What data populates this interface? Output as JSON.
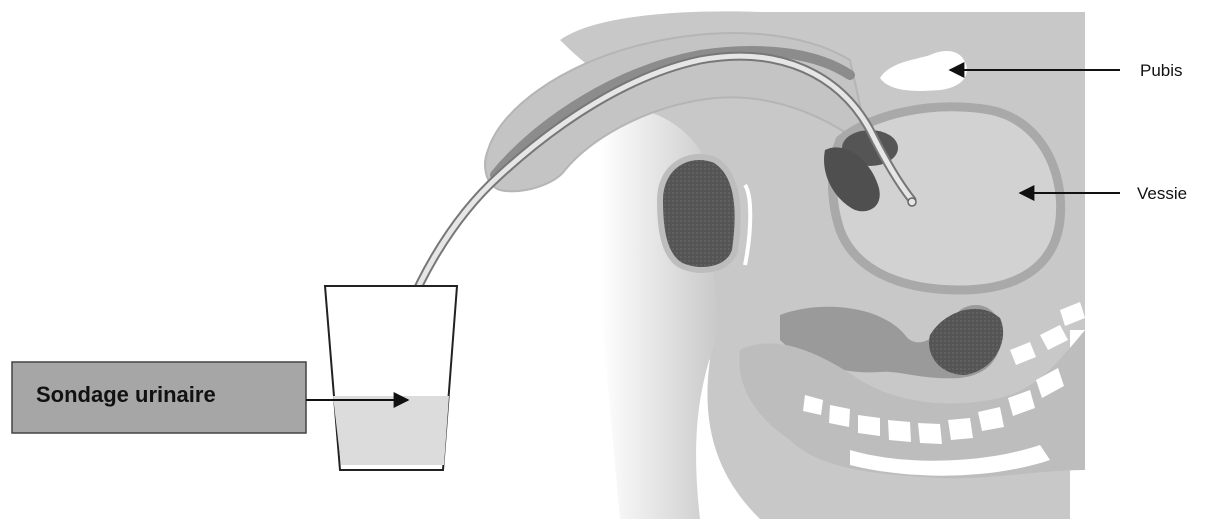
{
  "labels": {
    "pubis": "Pubis",
    "vessie": "Vessie",
    "sondage": "Sondage urinaire"
  },
  "colors": {
    "tissue": "#c8c8c8",
    "tissue_light": "#d6d6d6",
    "organ_dark": "#5a5a5a",
    "organ_mid": "#8a8a8a",
    "bladder_fill": "#d2d2d2",
    "bladder_wall": "#a9a9a9",
    "bone": "#ffffff",
    "label_box": "#a6a6a6",
    "urine": "#dcdcdc",
    "catheter": "#e6e6e6"
  }
}
